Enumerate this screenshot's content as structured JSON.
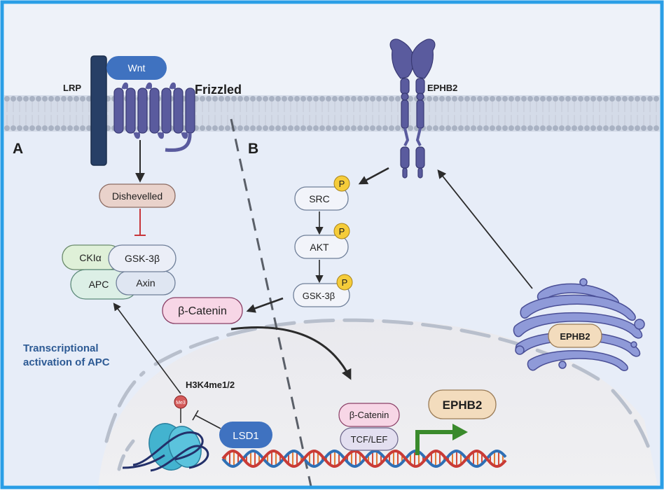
{
  "colors": {
    "frame": "#2a9ee6",
    "cytoplasm": "#e6ecf7",
    "nucleus": "#ececef",
    "receptor": "#5a5b9e",
    "pill_blue": "#3f72c0",
    "phospho": "#f5cc3a",
    "catenin_fill": "#f7d6e6",
    "gene_arrow": "#3a8a2c"
  },
  "labels": {
    "lrp": "LRP",
    "wnt": "Wnt",
    "frizzled": "Frizzled",
    "ephb2_receptor": "EPHB2",
    "panel_a": "A",
    "panel_b": "B",
    "dishevelled": "Dishevelled",
    "ckia": "CKIα",
    "gsk3b_complex": "GSK-3β",
    "apc": "APC",
    "axin": "Axin",
    "beta_catenin": "β-Catenin",
    "src": "SRC",
    "akt": "AKT",
    "gsk3b_b": "GSK-3β",
    "phospho": "P",
    "golgi_ephb2": "EPHB2",
    "transcriptional_line1": "Transcriptional",
    "transcriptional_line2": "activation of APC",
    "h3k4": "H3K4me1/2",
    "me3": "Me3",
    "lsd1": "LSD1",
    "nuc_beta_catenin": "β-Catenin",
    "tcf_lef": "TCF/LEF",
    "ephb2_gene": "EPHB2"
  }
}
